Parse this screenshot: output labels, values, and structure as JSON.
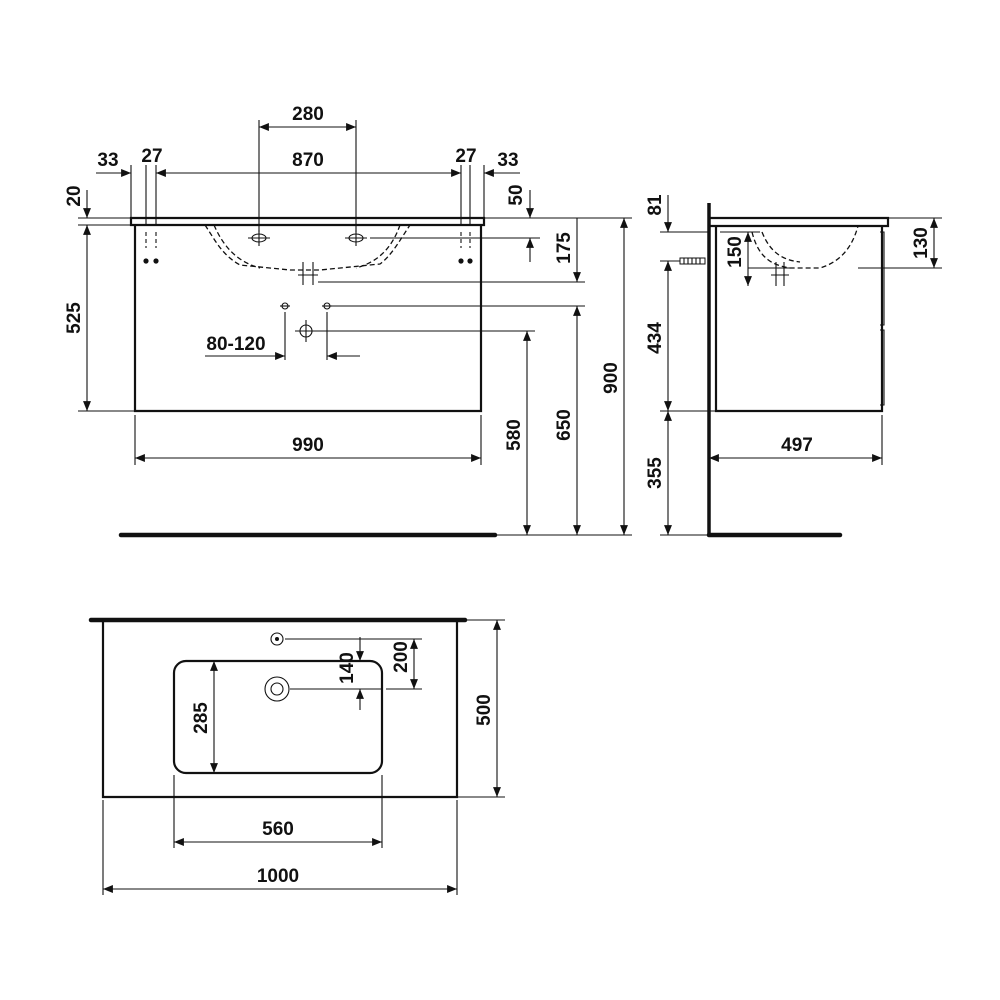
{
  "diagram": {
    "front_view": {
      "widths": {
        "basin_tap_spacing": "280",
        "mount_spacing": "870",
        "left_offset": "33",
        "left_hole": "27",
        "right_hole": "27",
        "right_offset": "33",
        "cabinet_width": "990",
        "waste_spacing": "80-120"
      },
      "heights": {
        "top_thickness": "20",
        "right_top": "50",
        "basin_depth": "175",
        "cabinet_height": "525",
        "overall_height": "900",
        "waste_height": "650",
        "cabinet_bottom": "580"
      }
    },
    "side_view": {
      "top_offset": "81",
      "trap_height": "150",
      "basin_height": "130",
      "cabinet_front": "434",
      "floor_clearance": "355",
      "depth": "497"
    },
    "top_view": {
      "tap_offset": "200",
      "drain_offset": "140",
      "bowl_depth": "285",
      "overall_depth": "500",
      "bowl_width": "560",
      "overall_width": "1000"
    }
  }
}
